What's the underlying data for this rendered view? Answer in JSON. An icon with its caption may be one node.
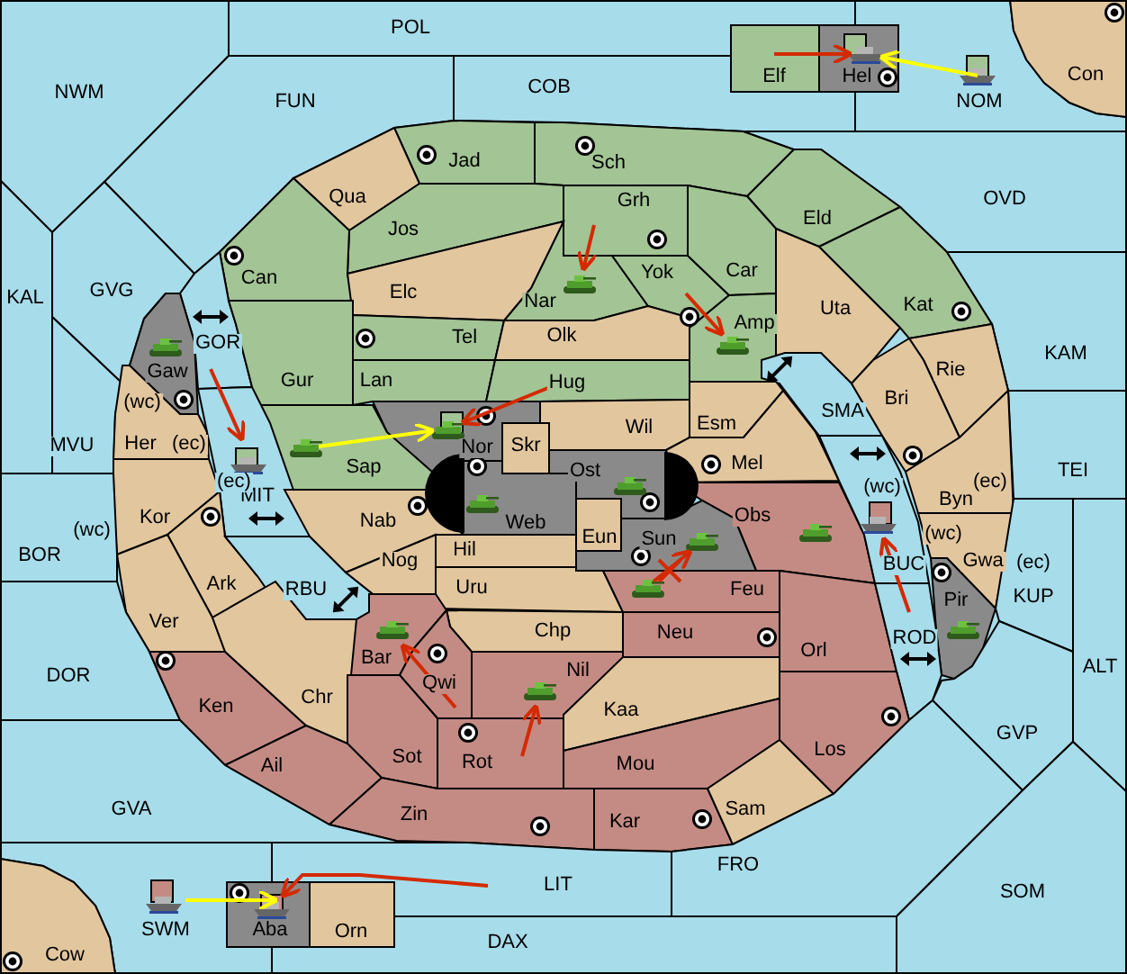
{
  "diagram": {
    "nodes": [
      {
        "text": [
          "POL"
        ]
      },
      {
        "text": [
          "Elf"
        ]
      },
      {
        "text": [
          "Hel"
        ]
      },
      {
        "text": [
          "NOM"
        ]
      },
      {
        "text": [
          "Con"
        ]
      },
      {
        "text": [
          "NWM"
        ]
      },
      {
        "text": [
          "FUN"
        ]
      },
      {
        "text": [
          "COB"
        ]
      },
      {
        "text": [
          "Jad"
        ]
      },
      {
        "text": [
          "Sch"
        ]
      },
      {
        "text": [
          "Qua"
        ]
      },
      {
        "text": [
          "OVD"
        ]
      },
      {
        "text": [
          "Grh"
        ]
      },
      {
        "text": [
          "Eld"
        ]
      },
      {
        "text": [
          "Jos"
        ]
      },
      {
        "text": [
          "Can"
        ]
      },
      {
        "text": [
          "KAL"
        ]
      },
      {
        "text": [
          "GVG"
        ]
      },
      {
        "text": [
          "Nar"
        ]
      },
      {
        "text": [
          "Yok"
        ]
      },
      {
        "text": [
          "Car"
        ]
      },
      {
        "text": [
          "Elc"
        ]
      },
      {
        "text": [
          "Uta"
        ]
      },
      {
        "text": [
          "Kat"
        ]
      },
      {
        "text": [
          "Tel"
        ]
      },
      {
        "text": [
          "Olk"
        ]
      },
      {
        "text": [
          "GOR"
        ]
      },
      {
        "text": [
          "Amp"
        ]
      },
      {
        "text": [
          "Gaw"
        ]
      },
      {
        "text": [
          "KAM"
        ]
      },
      {
        "text": [
          "Gur"
        ]
      },
      {
        "text": [
          "Lan"
        ]
      },
      {
        "text": [
          "Hug"
        ]
      },
      {
        "text": [
          "Rie"
        ]
      },
      {
        "text": [
          "MVU"
        ]
      },
      {
        "text": [
          "Her"
        ]
      },
      {
        "text": [
          "SMA"
        ]
      },
      {
        "text": [
          "Esm"
        ]
      },
      {
        "text": [
          "Bri"
        ]
      },
      {
        "text": [
          "Wil"
        ]
      },
      {
        "text": [
          "Sap"
        ]
      },
      {
        "text": [
          "Nor"
        ]
      },
      {
        "text": [
          "Skr"
        ]
      },
      {
        "text": [
          "MIT"
        ]
      },
      {
        "text": [
          "TEI"
        ]
      },
      {
        "text": [
          "Kor"
        ]
      },
      {
        "text": [
          "Ost"
        ]
      },
      {
        "text": [
          "Web"
        ]
      },
      {
        "text": [
          "Mel"
        ]
      },
      {
        "text": [
          "Byn"
        ]
      },
      {
        "text": [
          "Nab"
        ]
      },
      {
        "text": [
          "BOR"
        ]
      },
      {
        "text": [
          "Obs"
        ]
      },
      {
        "text": [
          "Eun"
        ]
      },
      {
        "text": [
          "Hil"
        ]
      },
      {
        "text": [
          "Nog"
        ]
      },
      {
        "text": [
          "Gwa"
        ]
      },
      {
        "text": [
          "Sun"
        ]
      },
      {
        "text": [
          "BUC"
        ]
      },
      {
        "text": [
          "Ark"
        ]
      },
      {
        "text": [
          "RBU"
        ]
      },
      {
        "text": [
          "Uru"
        ]
      },
      {
        "text": [
          "Feu"
        ]
      },
      {
        "text": [
          "KUP"
        ]
      },
      {
        "text": [
          "Pir"
        ]
      },
      {
        "text": [
          "Ver"
        ]
      },
      {
        "text": [
          "Chp"
        ]
      },
      {
        "text": [
          "Neu"
        ]
      },
      {
        "text": [
          "Orl"
        ]
      },
      {
        "text": [
          "ROD"
        ]
      },
      {
        "text": [
          "Bar"
        ]
      },
      {
        "text": [
          "Nil"
        ]
      },
      {
        "text": [
          "DOR"
        ]
      },
      {
        "text": [
          "Ken"
        ]
      },
      {
        "text": [
          "Qwi"
        ]
      },
      {
        "text": [
          "ALT"
        ]
      },
      {
        "text": [
          "Chr"
        ]
      },
      {
        "text": [
          "Kaa"
        ]
      },
      {
        "text": [
          "GVP"
        ]
      },
      {
        "text": [
          "Rot"
        ]
      },
      {
        "text": [
          "Sot"
        ]
      },
      {
        "text": [
          "Mou"
        ]
      },
      {
        "text": [
          "Ail"
        ]
      },
      {
        "text": [
          "Los"
        ]
      },
      {
        "text": [
          "Zin"
        ]
      },
      {
        "text": [
          "GVA"
        ]
      },
      {
        "text": [
          "Kar"
        ]
      },
      {
        "text": [
          "Sam"
        ]
      },
      {
        "text": [
          "FRO"
        ]
      },
      {
        "text": [
          "LIT"
        ]
      },
      {
        "text": [
          "SWM"
        ]
      },
      {
        "text": [
          "Aba"
        ]
      },
      {
        "text": [
          "Orn"
        ]
      },
      {
        "text": [
          "SOM"
        ]
      },
      {
        "text": [
          "Cow"
        ]
      },
      {
        "text": [
          "DAX"
        ]
      }
    ],
    "edges": [
      {
        "from": 1,
        "to": 2,
        "arrow": "to"
      },
      {
        "from": 3,
        "to": 2,
        "arrow": "to",
        "color": "#ffff00"
      },
      {
        "from": 12,
        "to": 18,
        "arrow": "to"
      },
      {
        "from": 19,
        "to": 27,
        "arrow": "to"
      },
      {
        "from": 26,
        "to": 43,
        "arrow": "to"
      },
      {
        "from": 40,
        "to": 41,
        "arrow": "to",
        "color": "#ffff00"
      },
      {
        "from": 32,
        "to": 41,
        "arrow": "to"
      },
      {
        "from": 69,
        "to": 58,
        "arrow": "to"
      },
      {
        "from": 62,
        "to": 57,
        "arrow": "to"
      },
      {
        "from": 74,
        "to": 70,
        "arrow": "to"
      },
      {
        "from": 79,
        "to": 71,
        "arrow": "to"
      },
      {
        "from": 89,
        "to": 91,
        "arrow": "to"
      },
      {
        "from": 90,
        "to": 91,
        "arrow": "to",
        "color": "#ffff00"
      }
    ],
    "labels": [
      "(wc)",
      "(ec)",
      "(ec)",
      "(ec)",
      "(wc)",
      "(wc)",
      "(wc)",
      "(ec)"
    ]
  }
}
